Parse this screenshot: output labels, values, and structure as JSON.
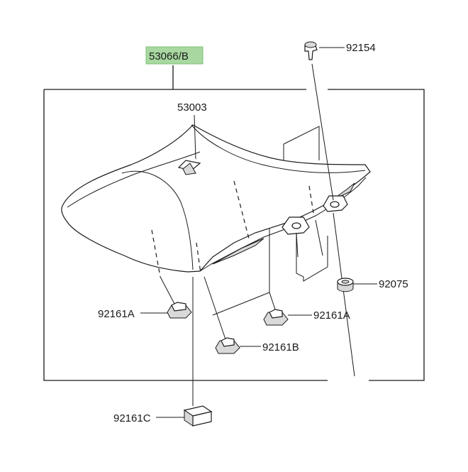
{
  "diagram": {
    "assembly_label": "53066/B",
    "assembly_highlight_color": "#a8d8a0",
    "parts": [
      {
        "key": "seat_pad",
        "label": "53003"
      },
      {
        "key": "bolt",
        "label": "92154"
      },
      {
        "key": "grommet",
        "label": "92075"
      },
      {
        "key": "damper_a_left",
        "label": "92161A"
      },
      {
        "key": "damper_a_right",
        "label": "92161A"
      },
      {
        "key": "damper_b",
        "label": "92161B"
      },
      {
        "key": "damper_c",
        "label": "92161C"
      }
    ]
  }
}
